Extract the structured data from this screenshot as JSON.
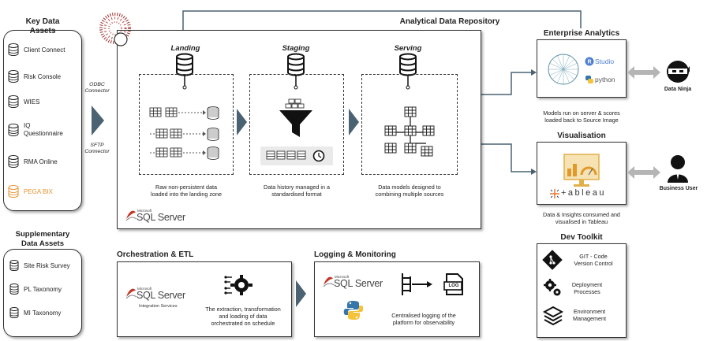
{
  "key_data": {
    "title_line1": "Key Data",
    "title_line2": "Assets",
    "items": [
      "Client Connect",
      "Risk Console",
      "WIES",
      "IQ",
      "Questionnaire",
      "RMA Online",
      "PEGA BIX"
    ]
  },
  "supp_data": {
    "title_line1": "Supplementary",
    "title_line2": "Data Assets",
    "items": [
      "Site Risk Survey",
      "PL Taxonomy",
      "MI Taxonomy"
    ]
  },
  "connectors": {
    "odbc_1": "ODBC",
    "odbc_2": "Connector",
    "sftp_1": "SFTP",
    "sftp_2": "Connector"
  },
  "repository": {
    "title": "Analytical Data Repository",
    "landing": {
      "title": "Landing",
      "desc_1": "Raw non-persistent data",
      "desc_2": "loaded into the landing zone"
    },
    "staging": {
      "title": "Staging",
      "desc_1": "Data history managed in a",
      "desc_2": "standardised format"
    },
    "serving": {
      "title": "Serving",
      "desc_1": "Data models designed to",
      "desc_2": "combining multiple sources"
    },
    "sql_small": "Microsoft",
    "sql_logo": "SQL Server"
  },
  "enterprise": {
    "title": "Enterprise Analytics",
    "studio": "Studio",
    "python": "python",
    "desc_1": "Models run on server & scores",
    "desc_2": "loaded back to Source Image",
    "ninja": "Data Ninja"
  },
  "visualisation": {
    "title": "Visualisation",
    "tableau": "+ableau",
    "desc_1": "Data & Insights consumed and",
    "desc_2": "visualised in Tableau",
    "user": "Business User"
  },
  "dev_toolkit": {
    "title": "Dev Toolkit",
    "git_1": "GIT - Code",
    "git_2": "Version Control",
    "deploy_1": "Deployment",
    "deploy_2": "Processes",
    "env_1": "Environment",
    "env_2": "Management"
  },
  "orchestration": {
    "title": "Orchestration & ETL",
    "sql_small": "Microsoft",
    "sql_logo": "SQL Server",
    "integration": "Integration Services",
    "desc_1": "The extraction, transformation",
    "desc_2": "and loading of data",
    "desc_3": "orchestrated on schedule"
  },
  "logging": {
    "title": "Logging & Monitoring",
    "sql_small": "Microsoft",
    "sql_logo": "SQL Server",
    "log": "LOG",
    "desc_1": "Centralised logging of the",
    "desc_2": "platform for observability"
  },
  "colors": {
    "accent_orange": "#e8922b",
    "sql_red": "#c0392b",
    "arrow_dark": "#4a6272"
  }
}
